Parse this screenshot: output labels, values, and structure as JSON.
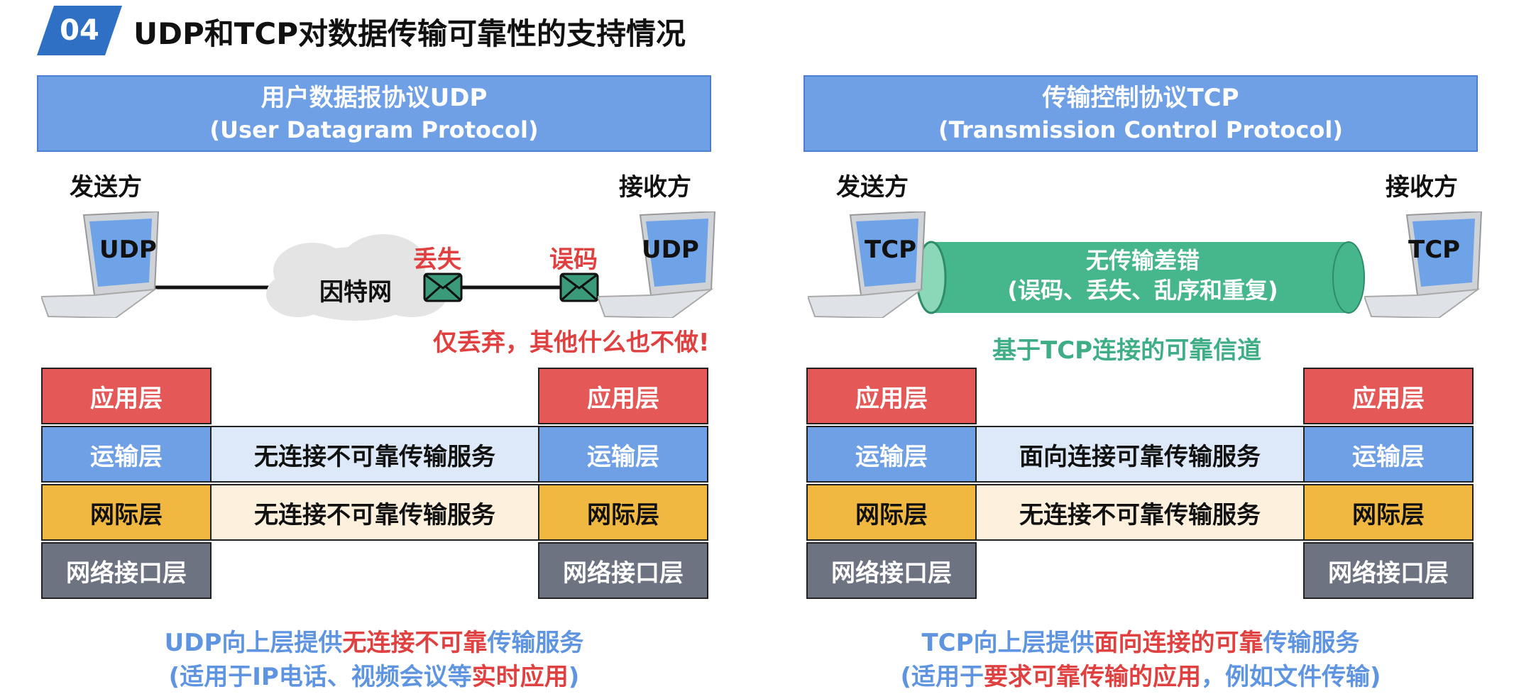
{
  "slide": {
    "number": "04",
    "title": "UDP和TCP对数据传输可靠性的支持情况"
  },
  "udp": {
    "header_line1": "用户数据报协议UDP",
    "header_line2": "(User Datagram Protocol)",
    "sender": "发送方",
    "receiver": "接收方",
    "laptop_label": "UDP",
    "internet": "因特网",
    "lost": "丢失",
    "error": "误码",
    "note": "仅丢弃，其他什么也不做!",
    "stack": {
      "app": "应用层",
      "transport": "运输层",
      "internet_layer": "网际层",
      "link": "网络接口层"
    },
    "transport_service": "无连接不可靠传输服务",
    "internet_service": "无连接不可靠传输服务",
    "summary1_a": "UDP向上层提供",
    "summary1_b": "无连接不可靠",
    "summary1_c": "传输服务",
    "summary2_a": "(适用于IP电话、视频会议等",
    "summary2_b": "实时应用",
    "summary2_c": ")"
  },
  "tcp": {
    "header_line1": "传输控制协议TCP",
    "header_line2": "(Transmission Control Protocol)",
    "sender": "发送方",
    "receiver": "接收方",
    "laptop_label": "TCP",
    "tube_line1": "无传输差错",
    "tube_line2": "(误码、丢失、乱序和重复)",
    "channel": "基于TCP连接的可靠信道",
    "stack": {
      "app": "应用层",
      "transport": "运输层",
      "internet_layer": "网际层",
      "link": "网络接口层"
    },
    "transport_service": "面向连接可靠传输服务",
    "internet_service": "无连接不可靠传输服务",
    "summary1_a": "TCP向上层提供",
    "summary1_b": "面向连接的可靠",
    "summary1_c": "传输服务",
    "summary2_a": "(适用于",
    "summary2_b": "要求可靠传输的应用",
    "summary2_c": "，例如文件传输)"
  },
  "colors": {
    "header_blue": "#6f9fe4",
    "app_red": "#e45858",
    "transport_blue": "#6f9fe4",
    "internet_yellow": "#f0b840",
    "link_gray": "#6e7381",
    "tube_green": "#46b68c",
    "emphasis_red": "#e04040"
  }
}
